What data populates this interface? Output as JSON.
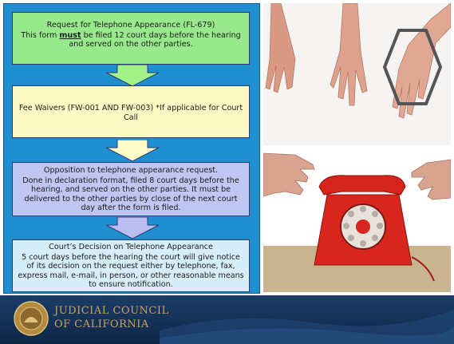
{
  "flow": {
    "step1": {
      "title": "Request for Telephone Appearance (FL-679)",
      "body_pre": "This form ",
      "body_emphasis": "must",
      "body_post": " be filed 12 court days before the hearing and served on the other parties."
    },
    "step2": {
      "title": "Fee Waivers (FW-001 AND FW-003) *If applicable for Court Call"
    },
    "step3": {
      "title": "Opposition to telephone appearance request.",
      "body": "Done in declaration format, filed 8 court days before the hearing, and served on the other parties. It must be delivered to the other parties by close of the next court day after the form is filed."
    },
    "step4": {
      "title": "Court’s Decision on Telephone Appearance",
      "body": "5 court days before the hearing the court will give notice of its decision on the request either by telephone, fax, express mail, e-mail, in person, or other reasonable means to ensure notification."
    }
  },
  "footer": {
    "org_line1": "JUDICIAL COUNCIL",
    "org_line2": "OF CALIFORNIA"
  },
  "colors": {
    "panel": "#1f8fd0",
    "step1": "#98e98c",
    "step2": "#fdfbc4",
    "step3": "#c0c6f2",
    "step4": "#d6eef9",
    "arrow_green": "#a2f28a",
    "arrow_yellow": "#fefbc8",
    "arrow_purple": "#b9bdf0",
    "footer": "#1b3c68",
    "gold": "#c7a45a"
  }
}
